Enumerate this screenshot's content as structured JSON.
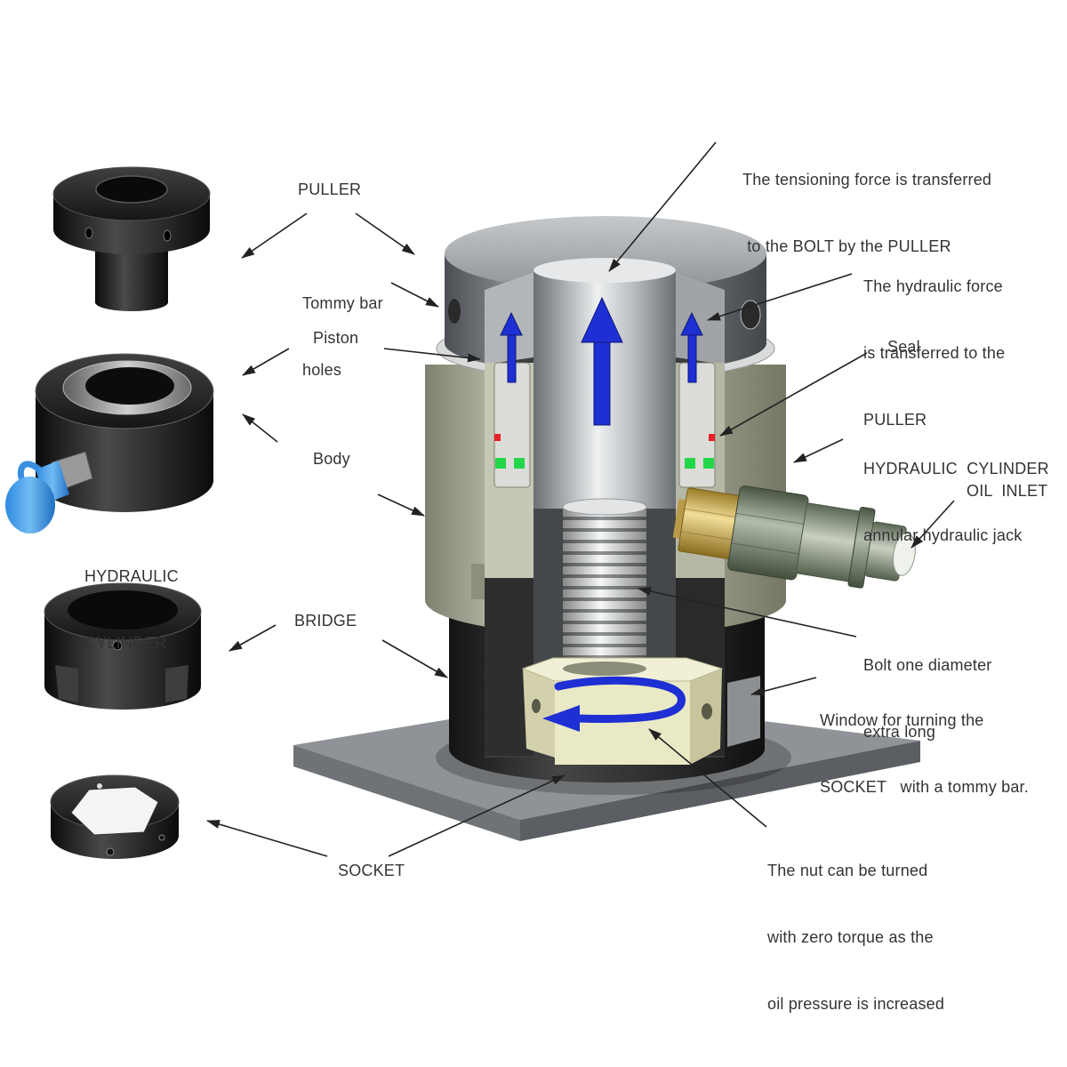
{
  "labels": {
    "tensioning_force": [
      "The tensioning force is transferred",
      " to the BOLT by the PULLER"
    ],
    "puller": "PULLER",
    "tommy_bar_holes": [
      "Tommy bar",
      "holes"
    ],
    "hydraulic_force": [
      "The hydraulic force",
      "is transferred to the",
      "PULLER"
    ],
    "piston": "Piston",
    "seal": "Seal",
    "hydraulic_cylinder_annular": [
      "HYDRAULIC  CYLINDER",
      "annular hydraulic jack"
    ],
    "body": "Body",
    "oil_inlet": "OIL  INLET",
    "hydraulic_cylinder": [
      "HYDRAULIC",
      "CYLINDER"
    ],
    "bridge": "BRIDGE",
    "bolt_extra_long": [
      "Bolt one diameter",
      "extra long"
    ],
    "window": [
      "Window for turning the",
      "SOCKET   with a tommy bar."
    ],
    "nut_zero_torque": [
      "The nut can be turned",
      "with zero torque as the",
      "oil pressure is increased"
    ],
    "socket": "SOCKET"
  },
  "colors": {
    "flow_arrows": "#1e2fd3",
    "seal_red": "#e8202a",
    "seal_green": "#22d64a",
    "leader_lines": "#222222"
  }
}
